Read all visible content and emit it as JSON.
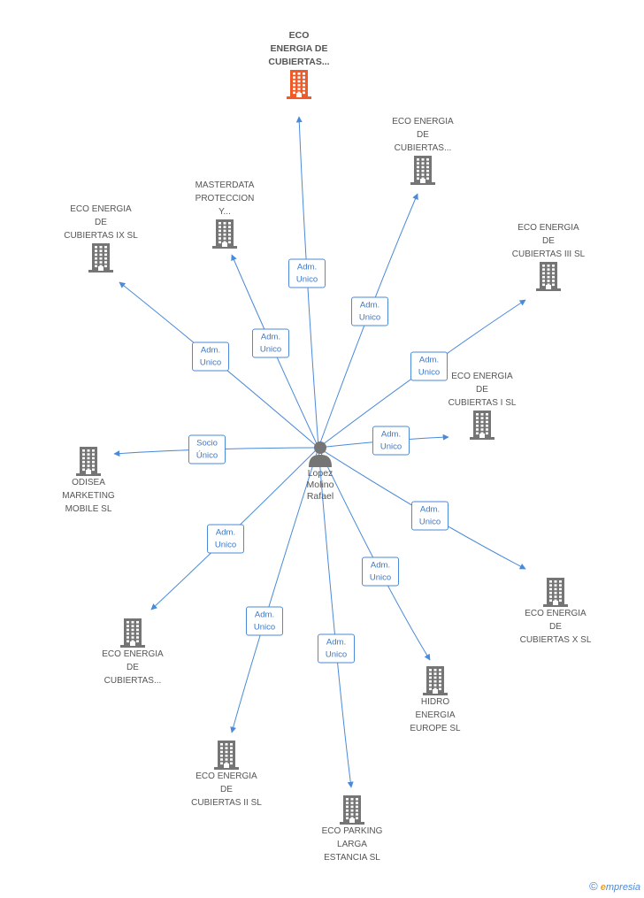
{
  "colors": {
    "edge": "#4a8ad8",
    "building": "#757575",
    "highlight": "#f05a28",
    "badge_text": "#3b78c8"
  },
  "center": {
    "icon": "person-icon",
    "lines": [
      "Lopez",
      "Molino",
      "Rafael"
    ]
  },
  "nodes": [
    {
      "id": "eco-energia-top",
      "lines": [
        "ECO",
        "ENERGIA DE",
        "CUBIERTAS..."
      ],
      "highlight": true,
      "relation": [
        "Adm.",
        "Unico"
      ]
    },
    {
      "id": "eco-energia-ne",
      "lines": [
        "ECO ENERGIA",
        "DE",
        "CUBIERTAS..."
      ],
      "relation": [
        "Adm.",
        "Unico"
      ]
    },
    {
      "id": "eco-energia-iii",
      "lines": [
        "ECO ENERGIA",
        "DE",
        "CUBIERTAS III SL"
      ],
      "relation": [
        "Adm.",
        "Unico"
      ]
    },
    {
      "id": "eco-energia-i",
      "lines": [
        "ECO ENERGIA",
        "DE",
        "CUBIERTAS I SL"
      ],
      "relation": [
        "Adm.",
        "Unico"
      ]
    },
    {
      "id": "eco-energia-x",
      "lines": [
        "ECO ENERGIA",
        "DE",
        "CUBIERTAS X SL"
      ],
      "relation": [
        "Adm.",
        "Unico"
      ]
    },
    {
      "id": "hidro-energia",
      "lines": [
        "HIDRO",
        "ENERGIA",
        "EUROPE  SL"
      ],
      "relation": [
        "Adm.",
        "Unico"
      ]
    },
    {
      "id": "eco-parking",
      "lines": [
        "ECO PARKING",
        "LARGA",
        "ESTANCIA SL"
      ],
      "relation": [
        "Adm.",
        "Unico"
      ]
    },
    {
      "id": "eco-energia-ii",
      "lines": [
        "ECO ENERGIA",
        "DE",
        "CUBIERTAS II SL"
      ],
      "relation": [
        "Adm.",
        "Unico"
      ]
    },
    {
      "id": "eco-energia-sw",
      "lines": [
        "ECO ENERGIA",
        "DE",
        "CUBIERTAS..."
      ],
      "relation": [
        "Adm.",
        "Unico"
      ]
    },
    {
      "id": "odisea",
      "lines": [
        "ODISEA",
        "MARKETING",
        "MOBILE  SL"
      ],
      "relation": [
        "Socio",
        "Único"
      ]
    },
    {
      "id": "eco-energia-ix",
      "lines": [
        "ECO ENERGIA",
        "DE",
        "CUBIERTAS IX SL"
      ],
      "relation": [
        "Adm.",
        "Unico"
      ]
    },
    {
      "id": "masterdata",
      "lines": [
        "MASTERDATA",
        "PROTECCION",
        "Y..."
      ],
      "relation": [
        "Adm.",
        "Unico"
      ]
    }
  ],
  "footer": {
    "copyright": "©",
    "brand_initial": "e",
    "brand_rest": "mpresia"
  }
}
